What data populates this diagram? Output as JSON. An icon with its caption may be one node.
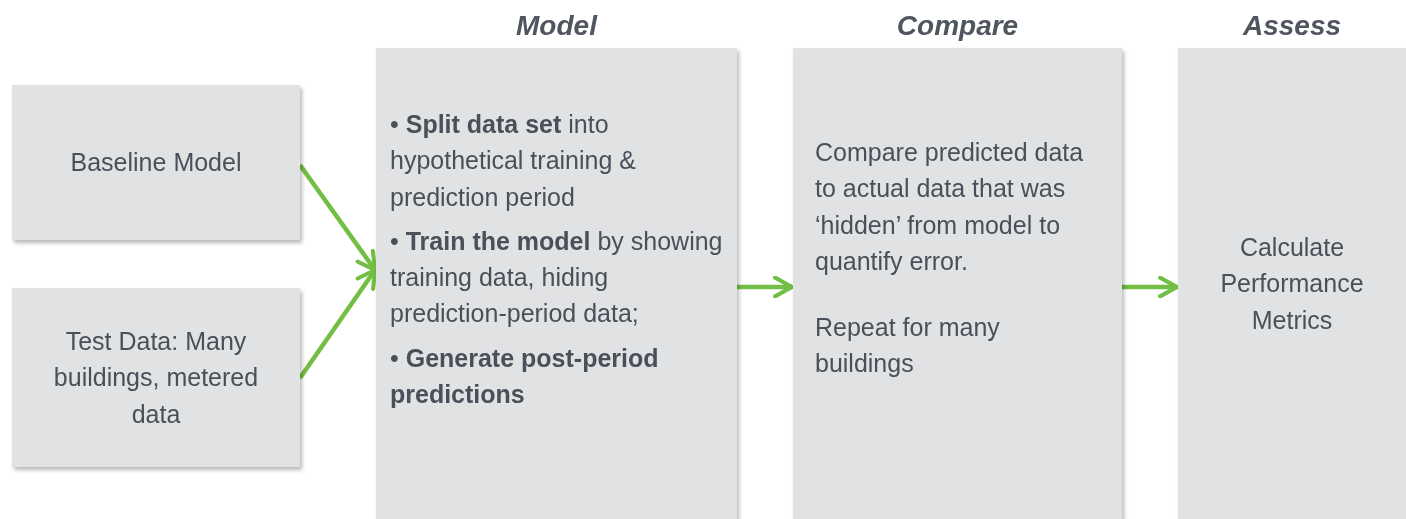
{
  "diagram": {
    "nodes": [
      {
        "text": [
          "Baseline Model"
        ]
      },
      {
        "text": [
          "Test Data: Many buildings, metered data"
        ]
      },
      {
        "text": [
          "Model",
          "• **Split data set** into hypothetical training & prediction period",
          "• **Train the model** by showing training data, hiding prediction-period data;",
          "• **Generate post-period predictions**"
        ]
      },
      {
        "text": [
          "Compare",
          "Compare predicted data to actual data that was ‘hidden’ from model to quantify error.",
          "Repeat for many buildings"
        ]
      },
      {
        "text": [
          "Assess",
          "Calculate Performance Metrics"
        ]
      }
    ],
    "edges": [
      {
        "from": 0,
        "to": 2,
        "arrow": "to"
      },
      {
        "from": 1,
        "to": 2,
        "arrow": "to"
      },
      {
        "from": 2,
        "to": 3,
        "arrow": "to"
      },
      {
        "from": 3,
        "to": 4,
        "arrow": "to"
      }
    ]
  }
}
